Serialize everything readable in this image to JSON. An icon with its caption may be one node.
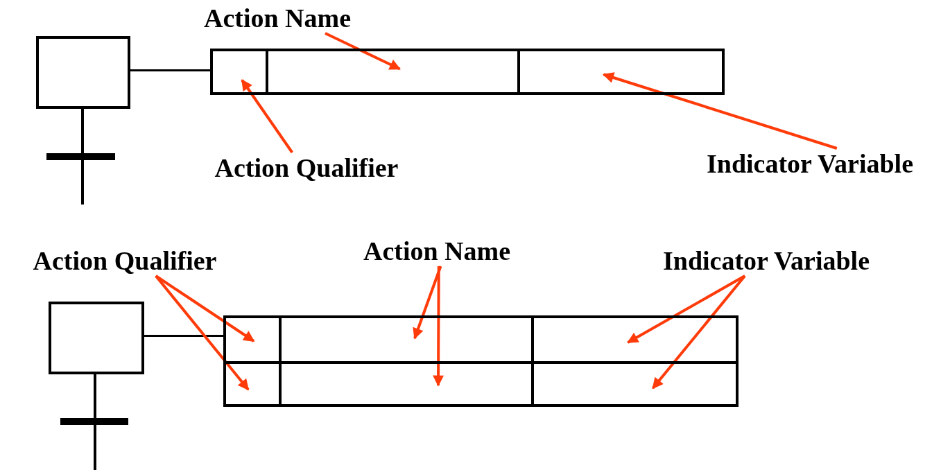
{
  "diagram": {
    "nodes": [
      {
        "text": [],
        "shape": "box"
      },
      {
        "text": [],
        "shape": "box"
      },
      {
        "text": [],
        "shape": "box"
      },
      {
        "text": [],
        "shape": "box"
      },
      {
        "text": [
          "Action Name"
        ]
      },
      {
        "text": [
          "Action Qualifier"
        ]
      },
      {
        "text": [
          "Indicator Variable"
        ]
      },
      {
        "text": [],
        "shape": "box"
      },
      {
        "text": [],
        "shape": "box"
      },
      {
        "text": [],
        "shape": "box"
      },
      {
        "text": [],
        "shape": "box"
      },
      {
        "text": [],
        "shape": "box"
      },
      {
        "text": [],
        "shape": "box"
      },
      {
        "text": [],
        "shape": "box"
      },
      {
        "text": [
          "Action Qualifier"
        ]
      },
      {
        "text": [
          "Action Name"
        ]
      },
      {
        "text": [
          "Indicator Variable"
        ]
      }
    ],
    "edges": [
      {
        "from": 0,
        "to": 1,
        "arrow": "none",
        "color": "#000000"
      },
      {
        "from": 4,
        "to": 2,
        "arrow": "to"
      },
      {
        "from": 5,
        "to": 1,
        "arrow": "to"
      },
      {
        "from": 6,
        "to": 3,
        "arrow": "to"
      },
      {
        "from": 7,
        "to": 8,
        "arrow": "none",
        "color": "#000000"
      },
      {
        "from": 14,
        "to": 8,
        "arrow": "to"
      },
      {
        "from": 14,
        "to": 11,
        "arrow": "to"
      },
      {
        "from": 15,
        "to": 9,
        "arrow": "to"
      },
      {
        "from": 15,
        "to": 12,
        "arrow": "to"
      },
      {
        "from": 16,
        "to": 10,
        "arrow": "to"
      },
      {
        "from": 16,
        "to": 13,
        "arrow": "to"
      }
    ]
  }
}
